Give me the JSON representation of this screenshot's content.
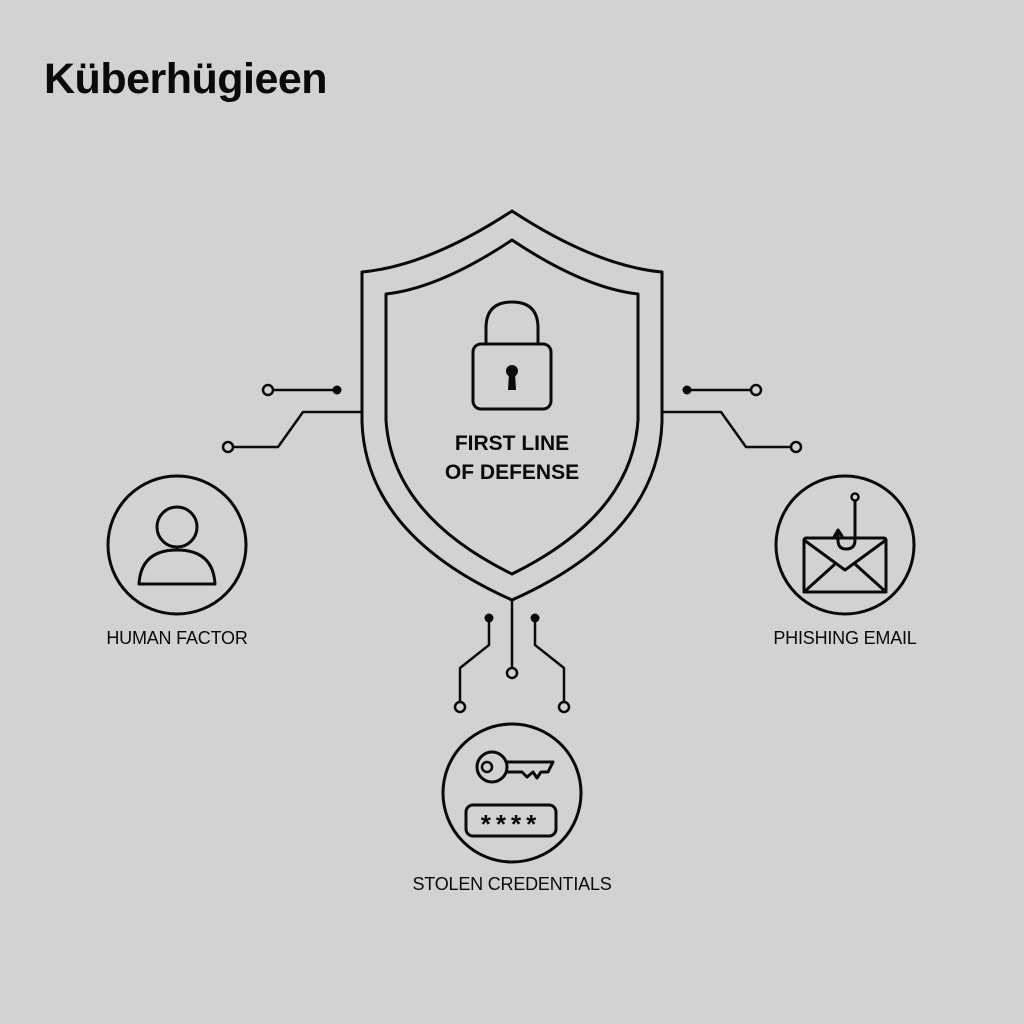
{
  "title": "Küberhügieen",
  "shield": {
    "icon": "padlock-icon",
    "line1": "FIRST LINE",
    "line2": "OF DEFENSE"
  },
  "nodes": {
    "human_factor": {
      "label": "HUMAN FACTOR",
      "icon": "person-icon"
    },
    "phishing_email": {
      "label": "PHISHING EMAIL",
      "icon": "envelope-with-fishhook-icon"
    },
    "stolen_credentials": {
      "label": "STOLEN CREDENTIALS",
      "icon": "key-and-password-icon",
      "password_mask": "****"
    }
  },
  "colors": {
    "background": "#d2d2d2",
    "ink": "#0a0a0a"
  }
}
